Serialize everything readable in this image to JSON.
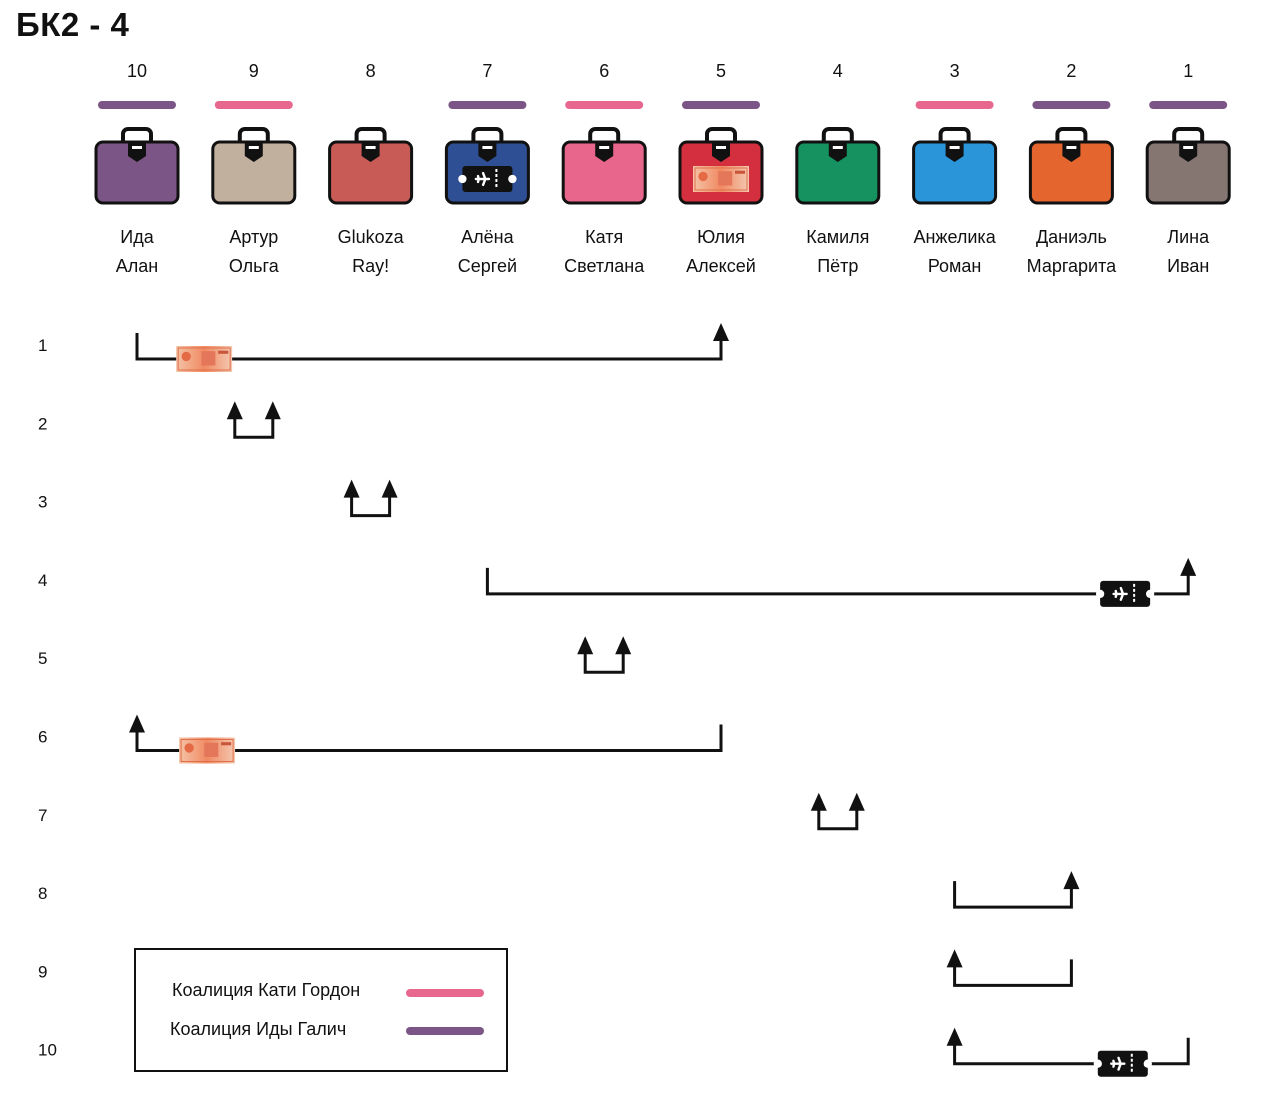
{
  "title": "БК2 - 4",
  "colors": {
    "coalition_katya": "#e8678e",
    "coalition_ida": "#7a5585",
    "line": "#111111"
  },
  "columns": [
    {
      "number": "10",
      "name1": "Ида",
      "name2": "Алан",
      "bag_color": "#7a5585",
      "coalition": "ida",
      "item": ""
    },
    {
      "number": "9",
      "name1": "Артур",
      "name2": "Ольга",
      "bag_color": "#c2b09f",
      "coalition": "katya",
      "item": ""
    },
    {
      "number": "8",
      "name1": "Glukoza",
      "name2": "Ray!",
      "bag_color": "#c95b57",
      "coalition": "",
      "item": ""
    },
    {
      "number": "7",
      "name1": "Алёна",
      "name2": "Сергей",
      "bag_color": "#2e4f94",
      "coalition": "ida",
      "item": "ticket-icon"
    },
    {
      "number": "6",
      "name1": "Катя",
      "name2": "Светлана",
      "bag_color": "#e8668c",
      "coalition": "katya",
      "item": ""
    },
    {
      "number": "5",
      "name1": "Юлия",
      "name2": "Алексей",
      "bag_color": "#d32f3e",
      "coalition": "ida",
      "item": "banknote-icon"
    },
    {
      "number": "4",
      "name1": "Камиля",
      "name2": "Пётр",
      "bag_color": "#15925f",
      "coalition": "",
      "item": ""
    },
    {
      "number": "3",
      "name1": "Анжелика",
      "name2": "Роман",
      "bag_color": "#2a95d9",
      "coalition": "katya",
      "item": ""
    },
    {
      "number": "2",
      "name1": "Даниэль",
      "name2": "Маргарита",
      "bag_color": "#e5652e",
      "coalition": "ida",
      "item": ""
    },
    {
      "number": "1",
      "name1": "Лина",
      "name2": "Иван",
      "bag_color": "#857672",
      "coalition": "ida",
      "item": ""
    }
  ],
  "rounds": [
    {
      "label": "1",
      "from": "10",
      "to": "5",
      "item": "banknote-icon"
    },
    {
      "label": "2",
      "from": "9",
      "to": "9",
      "item": ""
    },
    {
      "label": "3",
      "from": "8",
      "to": "8",
      "item": ""
    },
    {
      "label": "4",
      "from": "7",
      "to": "1",
      "item": "ticket-icon"
    },
    {
      "label": "5",
      "from": "6",
      "to": "6",
      "item": ""
    },
    {
      "label": "6",
      "from": "5",
      "to": "10",
      "item": "banknote-icon"
    },
    {
      "label": "7",
      "from": "4",
      "to": "4",
      "item": ""
    },
    {
      "label": "8",
      "from": "3",
      "to": "2",
      "item": ""
    },
    {
      "label": "9",
      "from": "2",
      "to": "3",
      "item": ""
    },
    {
      "label": "10",
      "from": "1",
      "to": "3",
      "item": "ticket-icon"
    }
  ],
  "legend": {
    "katya_label": "Коалиция Кати Гордон",
    "ida_label": "Коалиция Иды Галич"
  }
}
